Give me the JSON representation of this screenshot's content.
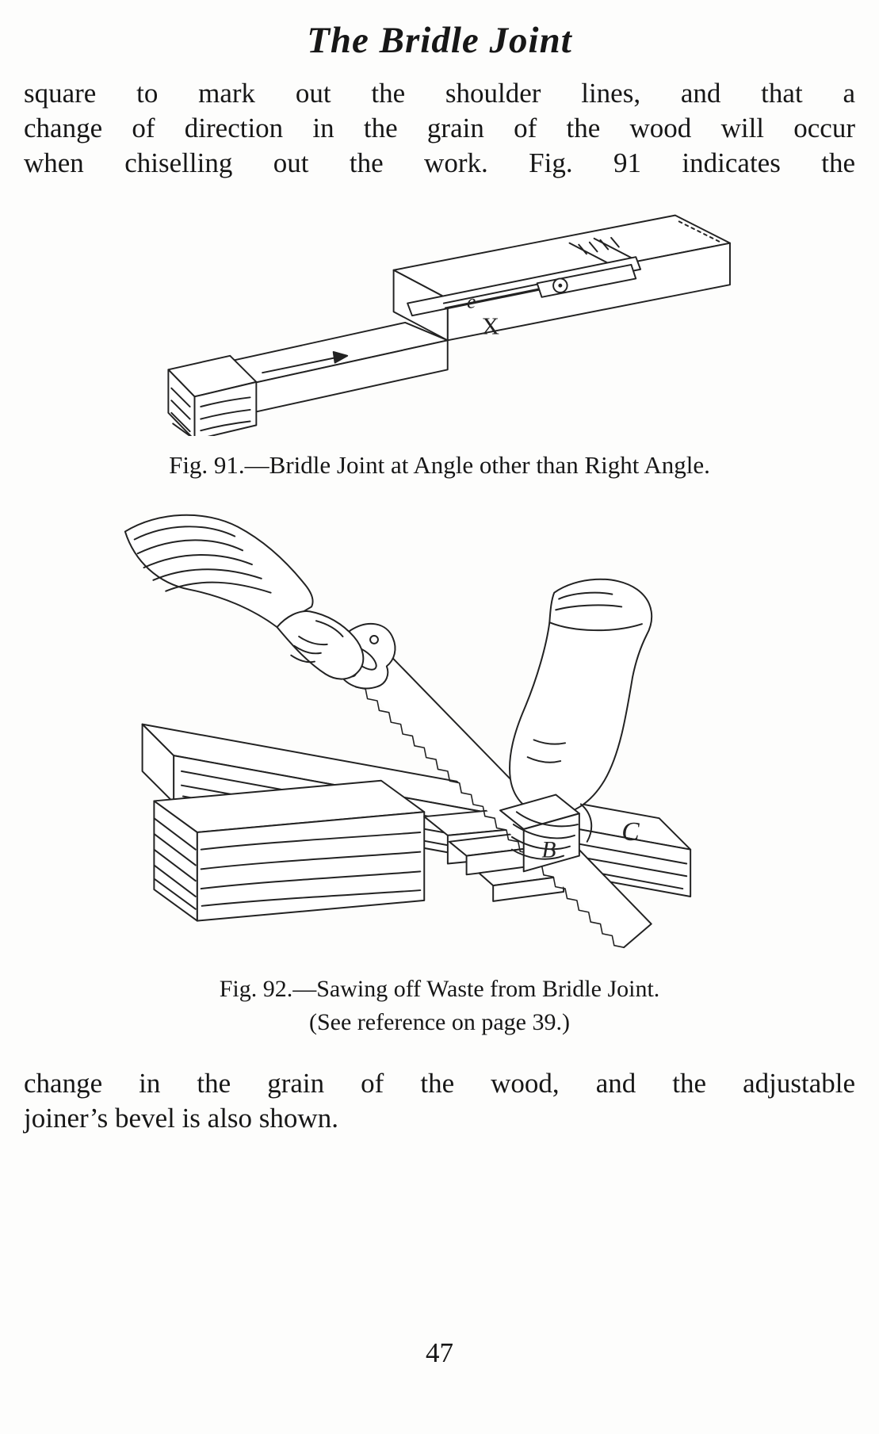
{
  "page": {
    "title": "The Bridle Joint",
    "page_number": "47"
  },
  "para1": {
    "lines": [
      "square to mark out the shoulder lines, and that a",
      "change of direction in the grain of the wood will occur",
      "when chiselling out the work.  Fig. 91 indicates the"
    ]
  },
  "fig91": {
    "caption": "Fig. 91.—Bridle Joint at Angle other than Right Angle.",
    "label_e": "e",
    "label_x": "X"
  },
  "fig92": {
    "caption_line1": "Fig. 92.—Sawing off Waste from Bridle Joint.",
    "caption_line2": "(See reference on page 39.)",
    "label_b": "B",
    "label_c": "C"
  },
  "para2": {
    "lines": [
      "change in the grain of the wood, and the adjustable",
      "joiner’s bevel is also shown."
    ]
  }
}
